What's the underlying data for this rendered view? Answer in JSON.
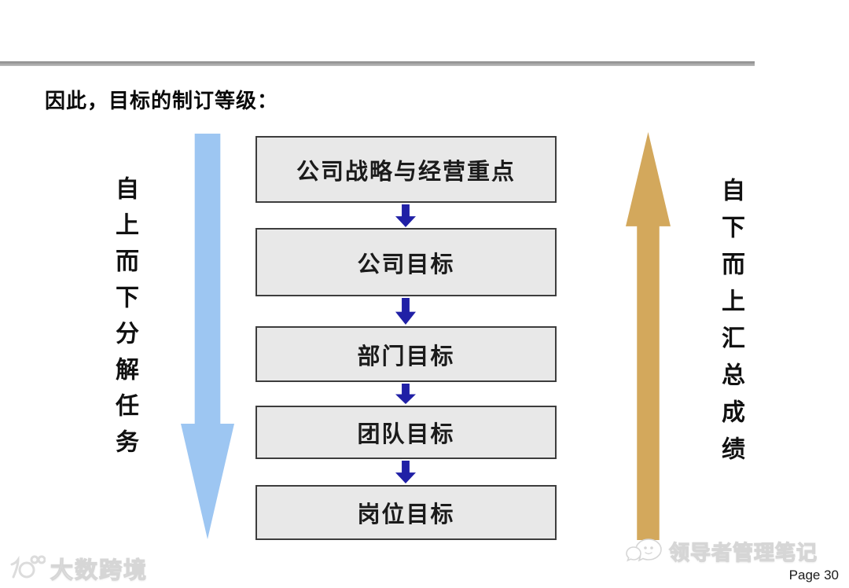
{
  "page": {
    "title": "因此，目标的制订等级：",
    "page_number": "Page 30"
  },
  "flow": {
    "boxes": [
      {
        "label": "公司战略与经营重点"
      },
      {
        "label": "公司目标"
      },
      {
        "label": "部门目标"
      },
      {
        "label": "团队目标"
      },
      {
        "label": "岗位目标"
      }
    ]
  },
  "left_annotation": {
    "text": "自上而下分解任务",
    "direction": "down",
    "arrow_color": "#9DC6F2"
  },
  "right_annotation": {
    "text": "自下而上汇总成绩",
    "direction": "up",
    "arrow_color": "#D3A85C"
  },
  "watermarks": {
    "bottom_left": {
      "icon": "dashu-100-logo-icon",
      "text": "大数跨境"
    },
    "bottom_right": {
      "icon": "chat-bubbles-logo-icon",
      "text": "领导者管理笔记"
    }
  },
  "colors": {
    "box_fill": "#E8E8E8",
    "box_border": "#3D3D3D",
    "connector_arrow": "#2020A6",
    "top_bar": "#9A9A9A",
    "title_text": "#0A0A0A"
  }
}
